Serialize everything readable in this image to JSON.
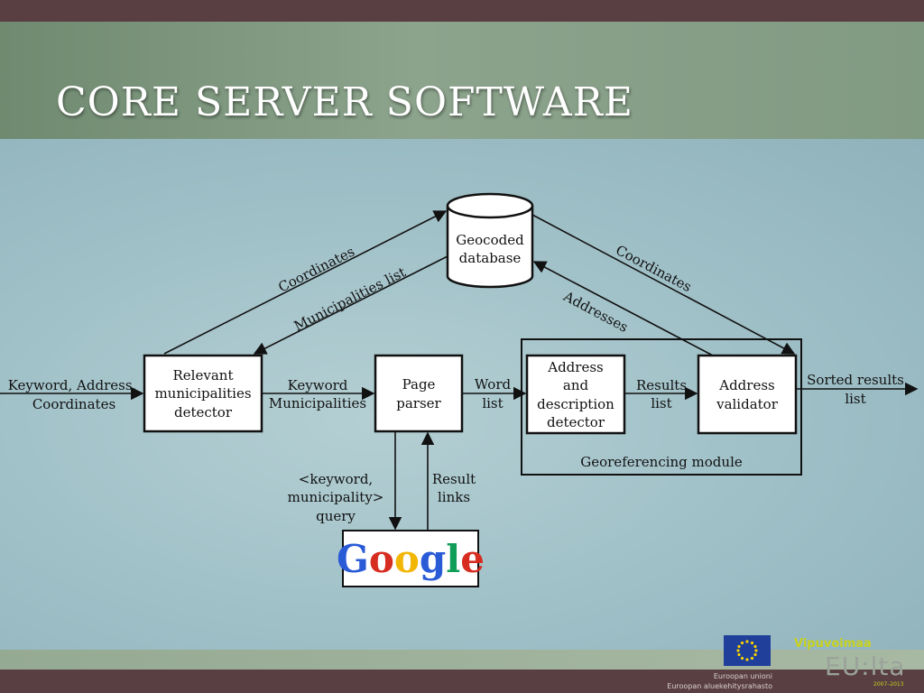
{
  "slide": {
    "title": "CORE SERVER SOFTWARE"
  },
  "diagram": {
    "input_label_1": "Keyword, Address,",
    "input_label_2": "Coordinates",
    "relevant_box": [
      "Relevant",
      "municipalities",
      "detector"
    ],
    "keyword_label": [
      "Keyword",
      "Municipalities"
    ],
    "page_parser_box": [
      "Page",
      "parser"
    ],
    "word_list_label": [
      "Word",
      "list"
    ],
    "address_desc_box": [
      "Address",
      "and",
      "description",
      "detector"
    ],
    "results_list_label": [
      "Results",
      "list"
    ],
    "validator_box": [
      "Address",
      "validator"
    ],
    "sorted_label": [
      "Sorted results",
      "list"
    ],
    "module_label": "Georeferencing module",
    "database_label": [
      "Geocoded",
      "database"
    ],
    "coordinates_left": "Coordinates",
    "municipalities_list": "Municipalities list",
    "coordinates_right": "Coordinates",
    "addresses": "Addresses",
    "query_label": [
      "<keyword,",
      "municipality>",
      "query"
    ],
    "result_links": [
      "Result",
      "links"
    ],
    "google_logo": "Google"
  },
  "footer": {
    "eu_text_1": "Euroopan unioni",
    "eu_text_2": "Euroopan aluekehitysrahasto",
    "vip_title": "Vipuvoimaa",
    "vip_eu": "EU:lta",
    "vip_years": "2007–2013"
  },
  "colors": {
    "top_bar": "#5a3f42",
    "title_band": "#819a82",
    "content_bg": "#a2c2c9"
  }
}
